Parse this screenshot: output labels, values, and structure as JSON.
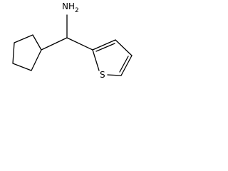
{
  "molecule": {
    "amine": {
      "main": "NH",
      "subscript": "2"
    },
    "sulfur": "S"
  }
}
